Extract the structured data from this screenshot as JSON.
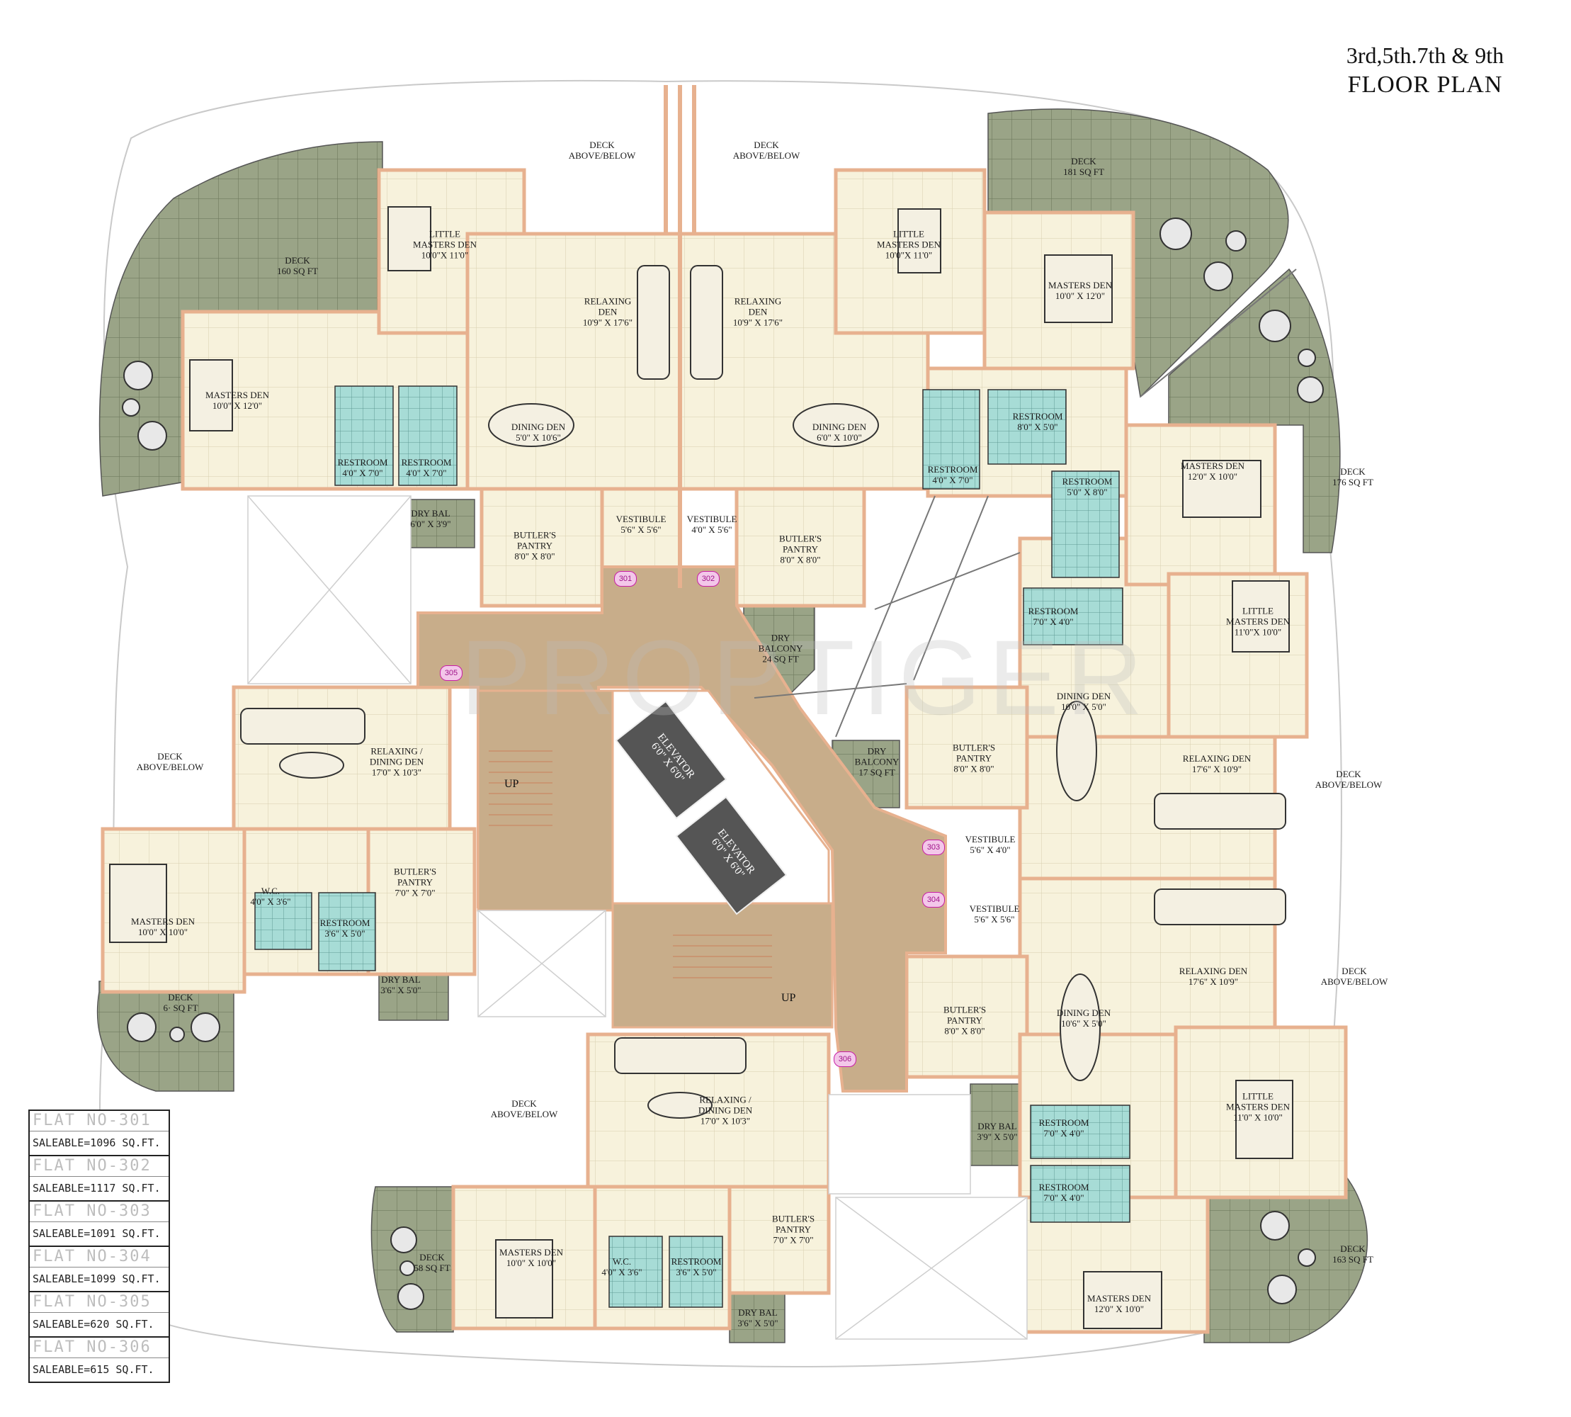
{
  "title": {
    "line1": "3rd,5th.7th & 9th",
    "line2": "FLOOR PLAN"
  },
  "watermark": "PROPTIGER",
  "colors": {
    "deck": "#9aa487",
    "floor": "#f7f2dc",
    "wet": "#a7dcd6",
    "corridor": "#c8ad8a",
    "elevator": "#555555",
    "wall": "#e7b18f",
    "badge": "#f3c7e9"
  },
  "rooms": [
    {
      "lines": [
        "DECK",
        "160 SQ FT"
      ]
    },
    {
      "lines": [
        "LITTLE",
        "MASTERS DEN",
        "10'0\"X 11'0\""
      ]
    },
    {
      "lines": [
        "DECK",
        "ABOVE/BELOW"
      ]
    },
    {
      "lines": [
        "DECK",
        "ABOVE/BELOW"
      ]
    },
    {
      "lines": [
        "LITTLE",
        "MASTERS DEN",
        "10'0\"X 11'0\""
      ]
    },
    {
      "lines": [
        "DECK",
        "181 SQ FT"
      ]
    },
    {
      "lines": [
        "MASTERS DEN",
        "10'0\" X 12'0\""
      ]
    },
    {
      "lines": [
        "RELAXING",
        "DEN",
        "10'9\" X 17'6\""
      ]
    },
    {
      "lines": [
        "RELAXING",
        "DEN",
        "10'9\" X 17'6\""
      ]
    },
    {
      "lines": [
        "MASTERS DEN",
        "10'0\" X 12'0\""
      ]
    },
    {
      "lines": [
        "DINING DEN",
        "5'0\" X 10'6\""
      ]
    },
    {
      "lines": [
        "DINING DEN",
        "6'0\" X 10'0\""
      ]
    },
    {
      "lines": [
        "RESTROOM",
        "4'0\" X 7'0\""
      ]
    },
    {
      "lines": [
        "RESTROOM",
        "4'0\" X 7'0\""
      ]
    },
    {
      "lines": [
        "RESTROOM",
        "8'0\" X 5'0\""
      ]
    },
    {
      "lines": [
        "RESTROOM",
        "4'0\" X 7'0\""
      ]
    },
    {
      "lines": [
        "DRY BAL",
        "6'0\" X 3'9\""
      ]
    },
    {
      "lines": [
        "BUTLER'S",
        "PANTRY",
        "8'0\" X 8'0\""
      ]
    },
    {
      "lines": [
        "VESTIBULE",
        "5'6\" X 5'6\""
      ]
    },
    {
      "lines": [
        "VESTIBULE",
        "4'0\" X 5'6\""
      ]
    },
    {
      "lines": [
        "BUTLER'S",
        "PANTRY",
        "8'0\" X 8'0\""
      ]
    },
    {
      "lines": [
        "RESTROOM",
        "5'0\" X 8'0\""
      ]
    },
    {
      "lines": [
        "MASTERS DEN",
        "12'0\" X 10'0\""
      ]
    },
    {
      "lines": [
        "DECK",
        "176 SQ FT"
      ]
    },
    {
      "lines": [
        "DRY",
        "BALCONY",
        "24 SQ FT"
      ]
    },
    {
      "lines": [
        "RESTROOM",
        "7'0\" X 4'0\""
      ]
    },
    {
      "lines": [
        "LITTLE",
        "MASTERS DEN",
        "11'0\"X 10'0\""
      ]
    },
    {
      "lines": [
        "DINING DEN",
        "10'0\" X 5'0\""
      ]
    },
    {
      "lines": [
        "DECK",
        "ABOVE/BELOW"
      ]
    },
    {
      "lines": [
        "RELAXING /",
        "DINING DEN",
        "17'0\" X 10'3\""
      ]
    },
    {
      "lines": [
        "UP"
      ]
    },
    {
      "lines": [
        "BUTLER'S",
        "PANTRY",
        "8'0\" X 8'0\""
      ]
    },
    {
      "lines": [
        "DRY",
        "BALCONY",
        "17 SQ FT"
      ]
    },
    {
      "lines": [
        "RELAXING DEN",
        "17'6\" X 10'9\""
      ]
    },
    {
      "lines": [
        "DECK",
        "ABOVE/BELOW"
      ]
    },
    {
      "lines": [
        "VESTIBULE",
        "5'6\" X 4'0\""
      ]
    },
    {
      "lines": [
        "VESTIBULE",
        "5'6\" X 5'6\""
      ]
    },
    {
      "lines": [
        "MASTERS DEN",
        "10'0\" X 10'0\""
      ]
    },
    {
      "lines": [
        "W.C.",
        "4'0\" X 3'6\""
      ]
    },
    {
      "lines": [
        "RESTROOM",
        "3'6\" X 5'0\""
      ]
    },
    {
      "lines": [
        "BUTLER'S",
        "PANTRY",
        "7'0\" X 7'0\""
      ]
    },
    {
      "lines": [
        "DRY BAL",
        "3'6\" X 5'0\""
      ]
    },
    {
      "lines": [
        "DECK",
        "6· SQ FT"
      ]
    },
    {
      "lines": [
        "UP"
      ]
    },
    {
      "lines": [
        "RELAXING DEN",
        "17'6\" X 10'9\""
      ]
    },
    {
      "lines": [
        "DECK",
        "ABOVE/BELOW"
      ]
    },
    {
      "lines": [
        "BUTLER'S",
        "PANTRY",
        "8'0\" X 8'0\""
      ]
    },
    {
      "lines": [
        "DINING DEN",
        "10'6\" X 5'0\""
      ]
    },
    {
      "lines": [
        "DECK",
        "ABOVE/BELOW"
      ]
    },
    {
      "lines": [
        "RELAXING /",
        "DINING DEN",
        "17'0\" X 10'3\""
      ]
    },
    {
      "lines": [
        "LITTLE",
        "MASTERS DEN",
        "11'0\" X 10'0\""
      ]
    },
    {
      "lines": [
        "DRY BAL",
        "3'9\" X 5'0\""
      ]
    },
    {
      "lines": [
        "RESTROOM",
        "7'0\" X 4'0\""
      ]
    },
    {
      "lines": [
        "RESTROOM",
        "7'0\" X 4'0\""
      ]
    },
    {
      "lines": [
        "DECK",
        "58 SQ FT"
      ]
    },
    {
      "lines": [
        "MASTERS DEN",
        "10'0\" X 10'0\""
      ]
    },
    {
      "lines": [
        "W.C.",
        "4'0\" X 3'6\""
      ]
    },
    {
      "lines": [
        "RESTROOM",
        "3'6\" X 5'0\""
      ]
    },
    {
      "lines": [
        "BUTLER'S",
        "PANTRY",
        "7'0\" X 7'0\""
      ]
    },
    {
      "lines": [
        "DRY BAL",
        "3'6\" X 5'0\""
      ]
    },
    {
      "lines": [
        "DECK",
        "163 SQ FT"
      ]
    },
    {
      "lines": [
        "MASTERS DEN",
        "12'0\" X 10'0\""
      ]
    }
  ],
  "elevators": [
    {
      "lines": [
        "ELEVATOR",
        "6'0\" X 6'0\""
      ]
    },
    {
      "lines": [
        "ELEVATOR",
        "6'0\" X 6'0\""
      ]
    }
  ],
  "unit_badges": [
    "301",
    "302",
    "303",
    "304",
    "305",
    "306"
  ],
  "legend": [
    {
      "flat": "FLAT NO-301",
      "saleable": "SALEABLE=1096 SQ.FT."
    },
    {
      "flat": "FLAT NO-302",
      "saleable": "SALEABLE=1117 SQ.FT."
    },
    {
      "flat": "FLAT NO-303",
      "saleable": "SALEABLE=1091 SQ.FT."
    },
    {
      "flat": "FLAT NO-304",
      "saleable": "SALEABLE=1099 SQ.FT."
    },
    {
      "flat": "FLAT NO-305",
      "saleable": "SALEABLE=620 SQ.FT."
    },
    {
      "flat": "FLAT NO-306",
      "saleable": "SALEABLE=615 SQ.FT."
    }
  ]
}
